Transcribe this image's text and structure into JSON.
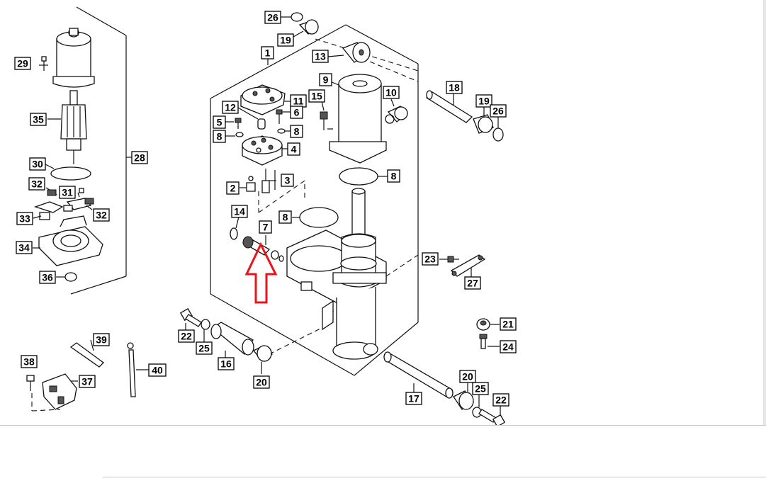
{
  "diagram": {
    "part_labels": {
      "p1": "1",
      "p2": "2",
      "p3": "3",
      "p4": "4",
      "p5": "5",
      "p6": "6",
      "p7": "7",
      "p8": "8",
      "p9": "9",
      "p10": "10",
      "p11": "11",
      "p12": "12",
      "p13": "13",
      "p14": "14",
      "p15": "15",
      "p16": "16",
      "p17": "17",
      "p18": "18",
      "p19": "19",
      "p20": "20",
      "p21": "21",
      "p22": "22",
      "p23": "23",
      "p24": "24",
      "p25": "25",
      "p26": "26",
      "p27": "27",
      "p28": "28",
      "p29": "29",
      "p30": "30",
      "p31": "31",
      "p32": "32",
      "p33": "33",
      "p34": "34",
      "p35": "35",
      "p36": "36",
      "p37": "37",
      "p38": "38",
      "p39": "39",
      "p40": "40"
    },
    "colors": {
      "line": "#111111",
      "highlight_arrow": "#e8141b",
      "background": "#ffffff"
    }
  }
}
